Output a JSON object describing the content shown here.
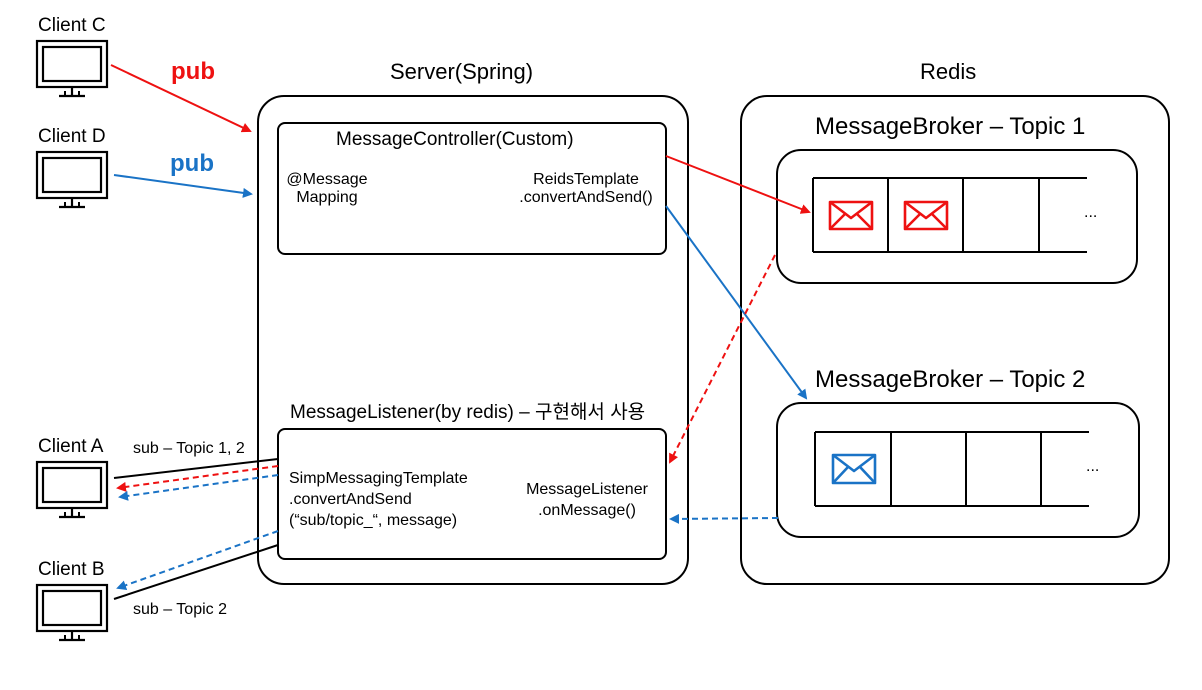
{
  "clients": {
    "c": {
      "label": "Client C"
    },
    "d": {
      "label": "Client D"
    },
    "a": {
      "label": "Client A"
    },
    "b": {
      "label": "Client B"
    }
  },
  "pub_labels": {
    "red": "pub",
    "blue": "pub"
  },
  "server": {
    "title": "Server(Spring)",
    "controller": {
      "title": "MessageController(Custom)",
      "mapping_line1": "@Message",
      "mapping_line2": "Mapping",
      "template_line1": "ReidsTemplate",
      "template_line2": ".convertAndSend()"
    },
    "listener_caption": "MessageListener(by redis) – 구현해서 사용",
    "listener": {
      "simp_line1": "SimpMessagingTemplate",
      "simp_line2": ".convertAndSend",
      "simp_line3": "(“sub/topic_“, message)",
      "onmsg_line1": "MessageListener",
      "onmsg_line2": ".onMessage()"
    }
  },
  "redis": {
    "title": "Redis",
    "topic1": {
      "title": "MessageBroker – Topic 1",
      "ellipsis": "..."
    },
    "topic2": {
      "title": "MessageBroker – Topic 2",
      "ellipsis": "..."
    }
  },
  "subscriptions": {
    "a": "sub – Topic 1, 2",
    "b": "sub – Topic 2"
  },
  "colors": {
    "topic1": "#ee1111",
    "topic2": "#1a73c6",
    "line": "#000000"
  },
  "icons": {
    "client": "monitor-icon",
    "message": "envelope-icon"
  }
}
